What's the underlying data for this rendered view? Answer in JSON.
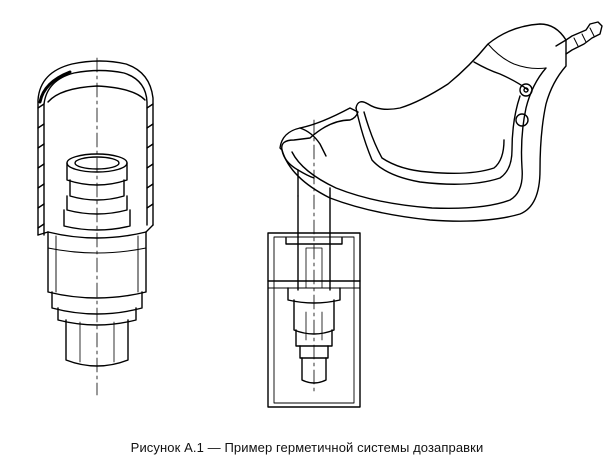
{
  "figure": {
    "caption": "Рисунок А.1 — Пример герметичной системы дозаправки",
    "left_item": "closed-container-with-fitting",
    "right_item": "dispensing-nozzle-with-holder"
  }
}
